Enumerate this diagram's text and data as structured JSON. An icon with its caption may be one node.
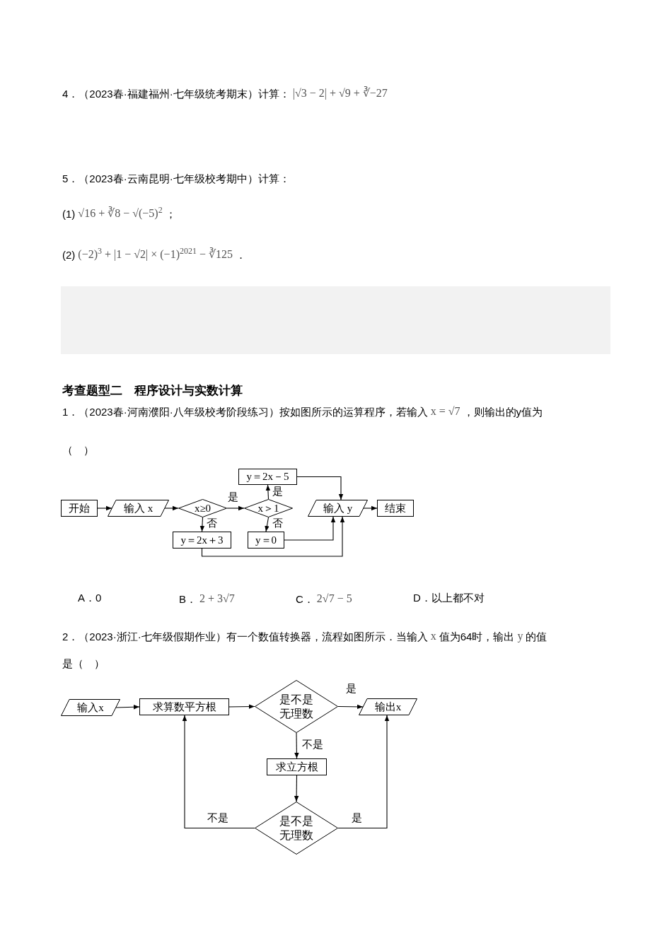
{
  "diagram": {
    "nodes": [
      {
        "text": [
          "开始"
        ]
      },
      {
        "text": [
          "输入 x"
        ]
      },
      {
        "text": [
          "x≥0"
        ]
      },
      {
        "text": [
          "x＞1"
        ]
      },
      {
        "text": [
          "y＝2x－5"
        ]
      },
      {
        "text": [
          "y＝2x＋3"
        ]
      },
      {
        "text": [
          "y＝0"
        ]
      },
      {
        "text": [
          "输入 y"
        ]
      },
      {
        "text": [
          "结束"
        ]
      },
      {
        "text": [
          "输入x"
        ]
      },
      {
        "text": [
          "求算数平方根"
        ]
      },
      {
        "text": [
          "是不是无理数"
        ]
      },
      {
        "text": [
          "输出x"
        ]
      },
      {
        "text": [
          "求立方根"
        ]
      },
      {
        "text": [
          "是不是无理数"
        ]
      },
      {
        "text": [],
        "shape": "box"
      }
    ],
    "edges": [
      {
        "from": 0,
        "to": 1,
        "arrow": "to"
      },
      {
        "from": 1,
        "to": 2,
        "arrow": "to"
      },
      {
        "from": 2,
        "to": 3,
        "arrow": "to",
        "label": "是"
      },
      {
        "from": 3,
        "to": 4,
        "arrow": "to",
        "label": "是"
      },
      {
        "from": 2,
        "to": 5,
        "arrow": "to",
        "label": "否"
      },
      {
        "from": 3,
        "to": 6,
        "arrow": "to",
        "label": "否"
      },
      {
        "from": 4,
        "to": 7,
        "arrow": "to"
      },
      {
        "from": 6,
        "to": 7,
        "arrow": "to"
      },
      {
        "from": 5,
        "to": 7,
        "arrow": "to"
      },
      {
        "from": 7,
        "to": 8,
        "arrow": "to"
      },
      {
        "from": 9,
        "to": 10,
        "arrow": "to"
      },
      {
        "from": 10,
        "to": 11,
        "arrow": "to"
      },
      {
        "from": 11,
        "to": 12,
        "arrow": "to",
        "label": "是"
      },
      {
        "from": 11,
        "to": 13,
        "arrow": "to",
        "label": "不是"
      },
      {
        "from": 13,
        "to": 14,
        "arrow": "to"
      },
      {
        "from": 14,
        "to": 10,
        "arrow": "to",
        "label": "不是"
      },
      {
        "from": 14,
        "to": 12,
        "arrow": "to",
        "label": "是"
      }
    ],
    "labels": [
      "4．（2023春·福建福州·七年级统考期末）计算：",
      "|√3 − 2| + √9 + ∛−27",
      "5．（2023春·云南昆明·七年级校考期中）计算：",
      "(1)",
      "√16 + ∛8 − √(−5)$^{2}$",
      "；",
      "(2)",
      "(−2)$^{3}$ + |1 − √2| × (−1)$^{2021}$ − ∛125",
      "．",
      "考查题型二　程序设计与实数计算",
      "1．（2023春·河南濮阳·八年级校考阶段练习）按如图所示的运算程序，若输入",
      "x = √7",
      "，则输出的y值为",
      "（　）",
      "A．0",
      "B．",
      "2 + 3√7",
      "C．",
      "2√7 − 5",
      "D．以上都不对",
      "2．（2023·浙江·七年级假期作业）有一个数值转换器，流程如图所示．当输入",
      "x",
      "值为64时，输出",
      "y",
      "的值",
      "是（　）"
    ]
  }
}
